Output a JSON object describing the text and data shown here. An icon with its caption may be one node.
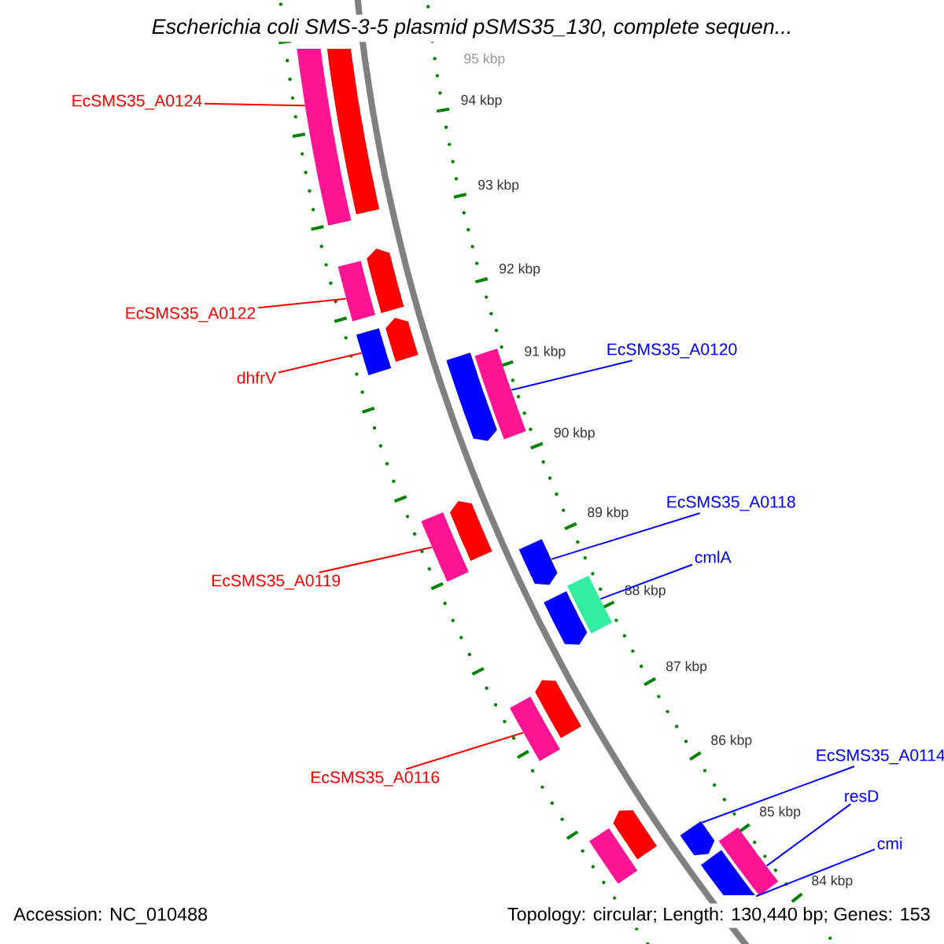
{
  "diagram": {
    "title": "Escherichia coli SMS-3-5 plasmid pSMS35_130, complete sequen...",
    "nodes": [
      {
        "text": [
          "EcSMS35_A0124"
        ]
      },
      {
        "text": [
          "EcSMS35_A0122"
        ]
      },
      {
        "text": [
          "dhfrV"
        ]
      },
      {
        "text": [
          "EcSMS35_A0120"
        ]
      },
      {
        "text": [
          "EcSMS35_A0118"
        ]
      },
      {
        "text": [
          "cmlA"
        ]
      },
      {
        "text": [
          "EcSMS35_A0119"
        ]
      },
      {
        "text": [
          "EcSMS35_A0116"
        ]
      },
      {
        "text": [
          "EcSMS35_A0114"
        ]
      },
      {
        "text": [
          "resD"
        ]
      },
      {
        "text": [
          "cmi"
        ]
      },
      {
        "text": [],
        "shape": "bar"
      },
      {
        "text": [],
        "shape": "bar"
      },
      {
        "text": [],
        "shape": "bar"
      },
      {
        "text": [],
        "shape": "pentagon"
      },
      {
        "text": [],
        "shape": "bar"
      },
      {
        "text": [],
        "shape": "pentagon"
      },
      {
        "text": [],
        "shape": "pentagon"
      },
      {
        "text": [],
        "shape": "bar"
      },
      {
        "text": [],
        "shape": "bar"
      },
      {
        "text": [],
        "shape": "pentagon"
      },
      {
        "text": [],
        "shape": "pentagon"
      },
      {
        "text": [],
        "shape": "pentagon"
      },
      {
        "text": [],
        "shape": "bar"
      },
      {
        "text": [],
        "shape": "bar"
      },
      {
        "text": [],
        "shape": "pentagon"
      },
      {
        "text": [],
        "shape": "bar"
      },
      {
        "text": [],
        "shape": "pentagon"
      },
      {
        "text": [],
        "shape": "pentagon"
      },
      {
        "text": [],
        "shape": "bar"
      },
      {
        "text": [],
        "shape": "pentagon"
      }
    ],
    "edges": [
      {
        "from": 0,
        "to": 11,
        "arrow": "none",
        "color": "#ff0000"
      },
      {
        "from": 1,
        "to": 13,
        "arrow": "none",
        "color": "#ff0000"
      },
      {
        "from": 2,
        "to": 15,
        "arrow": "none",
        "color": "#ff0000"
      },
      {
        "from": 3,
        "to": 18,
        "arrow": "none",
        "color": "#0000ff"
      },
      {
        "from": 4,
        "to": 21,
        "arrow": "none",
        "color": "#0000ff"
      },
      {
        "from": 5,
        "to": 23,
        "arrow": "none",
        "color": "#0000ff"
      },
      {
        "from": 6,
        "to": 19,
        "arrow": "none",
        "color": "#ff0000"
      },
      {
        "from": 7,
        "to": 24,
        "arrow": "none",
        "color": "#ff0000"
      },
      {
        "from": 8,
        "to": 28,
        "arrow": "none",
        "color": "#0000ff"
      },
      {
        "from": 9,
        "to": 29,
        "arrow": "none",
        "color": "#0000ff"
      },
      {
        "from": 10,
        "to": 30,
        "arrow": "none",
        "color": "#0000ff"
      }
    ],
    "labels": [
      "95 kbp",
      "94 kbp",
      "93 kbp",
      "92 kbp",
      "91 kbp",
      "90 kbp",
      "89 kbp",
      "88 kbp",
      "87 kbp",
      "86 kbp",
      "85 kbp",
      "84 kbp",
      "Accession: NC_010488",
      "Topology: circular; Length: 130,440 bp; Genes: 153"
    ]
  }
}
